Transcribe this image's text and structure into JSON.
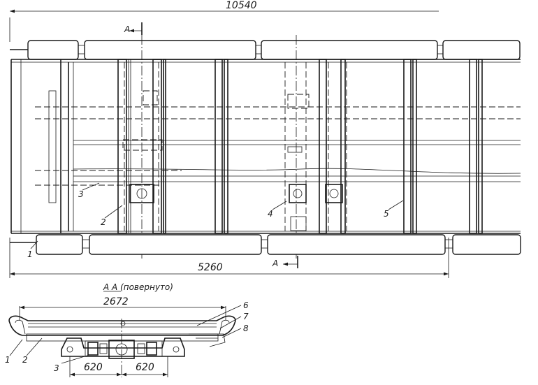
{
  "dimensions": {
    "overall_length": "10540",
    "base_length": "5260",
    "section_width": "2672",
    "half_spacing_left": "620",
    "half_spacing_right": "620"
  },
  "section_markers": {
    "top": "A",
    "bottom": "A"
  },
  "section_title": "А А (повернуто)",
  "plan_callouts": [
    "1",
    "2",
    "3",
    "4",
    "5"
  ],
  "section_callouts": [
    "1",
    "2",
    "3",
    "6",
    "7",
    "8"
  ]
}
